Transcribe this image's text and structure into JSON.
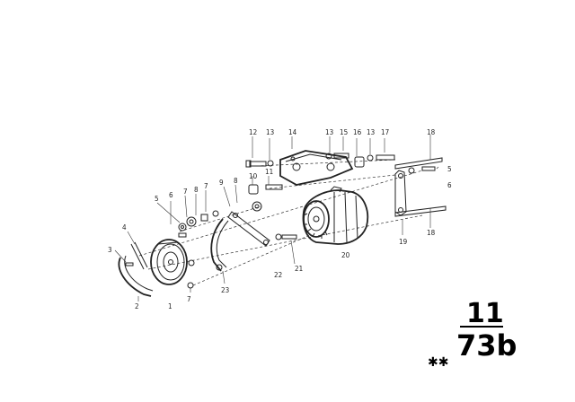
{
  "callouts": {
    "n1": "1",
    "n2": "2",
    "n3": "3",
    "n4": "4",
    "n5a": "5",
    "n6a": "6",
    "n7a": "7",
    "n8a": "8",
    "n7b": "7",
    "n9": "9",
    "n8b": "8",
    "n10": "10",
    "n11": "11",
    "n12": "12",
    "n13a": "13",
    "n14": "14",
    "n13b": "13",
    "n15": "15",
    "n16": "16",
    "n13c": "13",
    "n17": "17",
    "n18a": "18",
    "n5b": "5",
    "n6b": "6",
    "n18b": "18",
    "n19": "19",
    "n20": "20",
    "n21": "21",
    "n22": "22",
    "n23": "23",
    "n7c": "7"
  },
  "group_code": {
    "top": "11",
    "bottom": "73b",
    "stars": "✱✱"
  }
}
